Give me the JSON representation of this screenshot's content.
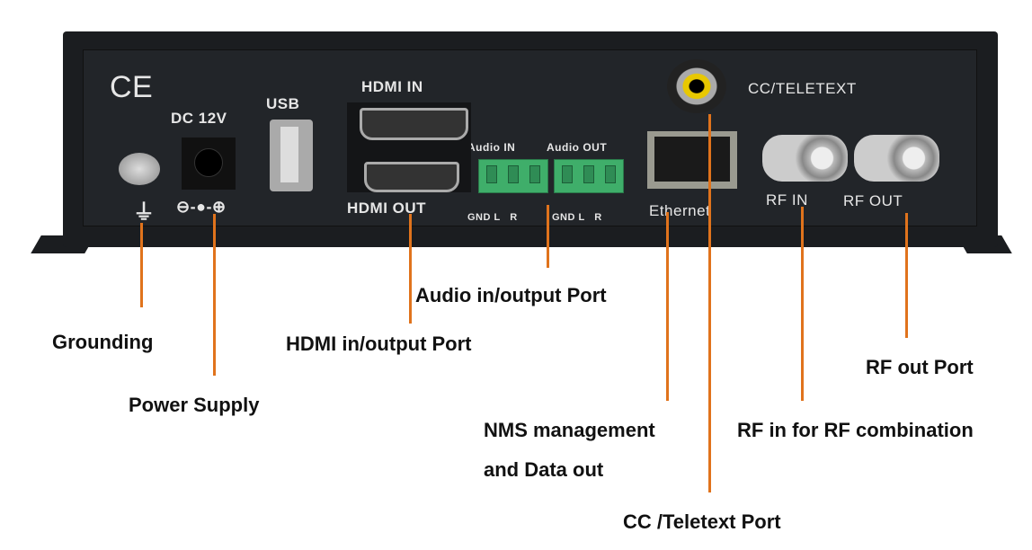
{
  "device": {
    "ce_mark": "CE",
    "dc_label": "DC 12V",
    "usb_label": "USB",
    "hdmi_in_label": "HDMI IN",
    "hdmi_out_label": "HDMI OUT",
    "audio_in_label": "Audio IN",
    "audio_out_label": "Audio OUT",
    "audio_in_pins": "GND L   R",
    "audio_out_pins": "GND L   R",
    "ethernet_label": "Ethernet",
    "cc_label": "CC/TELETEXT",
    "rf_in_label": "RF IN",
    "rf_out_label": "RF OUT",
    "polarity_symbol": "⊖-●-⊕",
    "ground_symbol": "⏚"
  },
  "callouts": {
    "grounding": "Grounding",
    "power": "Power Supply",
    "hdmi": "HDMI in/output Port",
    "audio": "Audio in/output Port",
    "nms_line1": "NMS management",
    "nms_line2": "and Data out",
    "cc": "CC /Teletext Port",
    "rf_in": "RF in for RF combination",
    "rf_out": "RF out Port"
  },
  "colors": {
    "leader": "#e0731c",
    "chassis": "#1b1d20",
    "terminal": "#3fae6a"
  }
}
